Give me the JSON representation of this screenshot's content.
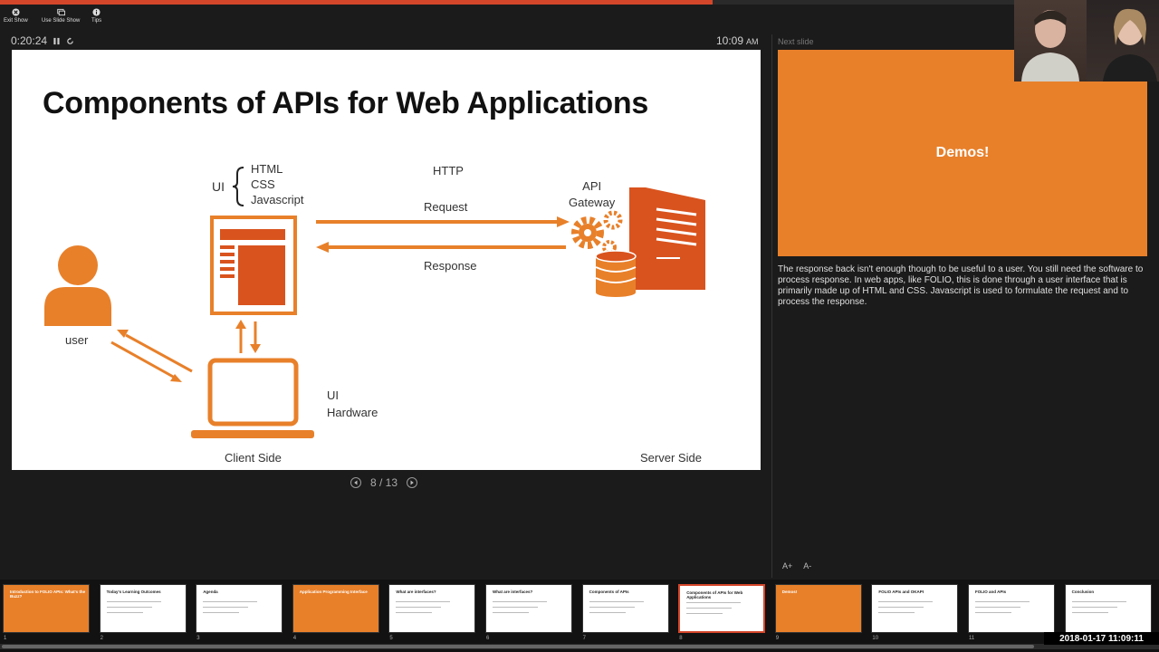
{
  "presentation": {
    "progress": 0.615
  },
  "toolbar": {
    "exit_show": "Exit Show",
    "use_slide_show": "Use Slide Show",
    "tips": "Tips"
  },
  "timer": {
    "elapsed": "0:20:24"
  },
  "clock": {
    "time": "10:09",
    "ampm": "AM"
  },
  "slide": {
    "title": "Components of APIs for Web Applications",
    "labels": {
      "ui": "UI",
      "html": "HTML",
      "css": "CSS",
      "javascript": "Javascript",
      "http": "HTTP",
      "request": "Request",
      "response": "Response",
      "api_gateway": "API\nGateway",
      "user": "user",
      "ui_hardware": "UI\nHardware",
      "client_side": "Client Side",
      "server_side": "Server Side"
    },
    "accent_color": "#e8802a"
  },
  "navigation": {
    "counter": "8 / 13"
  },
  "next_slide": {
    "label": "Next slide",
    "title": "Demos!",
    "color": "#e8802a"
  },
  "notes": {
    "text": "The response back isn't enough though to be useful to a user. You still need the software to process response. In web apps, like FOLIO, this is done through a user interface that is primarily made up of HTML and CSS.  Javascript is used to formulate the request and to process the response."
  },
  "font_controls": {
    "increase": "A+",
    "decrease": "A-"
  },
  "thumbnails": [
    {
      "num": "1",
      "title": "Introduction to FOLIO APIs: What's the Buzz?",
      "style": "orange"
    },
    {
      "num": "2",
      "title": "Today's Learning Outcomes",
      "style": "white"
    },
    {
      "num": "3",
      "title": "Agenda",
      "style": "white"
    },
    {
      "num": "4",
      "title": "Application Programming Interface",
      "style": "orange"
    },
    {
      "num": "5",
      "title": "What are interfaces?",
      "style": "white"
    },
    {
      "num": "6",
      "title": "What are interfaces?",
      "style": "white"
    },
    {
      "num": "7",
      "title": "Components of APIs",
      "style": "white"
    },
    {
      "num": "8",
      "title": "Components of APIs for Web Applications",
      "style": "white"
    },
    {
      "num": "9",
      "title": "Demos!",
      "style": "orange"
    },
    {
      "num": "10",
      "title": "FOLIO APIs and OKAPI",
      "style": "white"
    },
    {
      "num": "11",
      "title": "FOLIO and APIs",
      "style": "white"
    },
    {
      "num": "12",
      "title": "Conclusion",
      "style": "white"
    }
  ],
  "active_slide": 8,
  "recording": {
    "timestamp": "2018-01-17  11:09:11"
  }
}
